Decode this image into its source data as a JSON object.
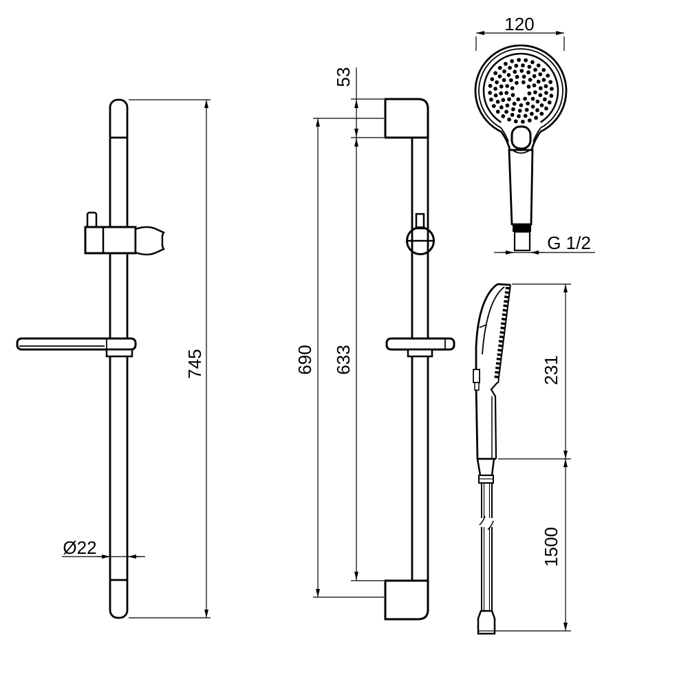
{
  "drawing": {
    "labels": {
      "rail_height": "745",
      "rail_diameter": "Ø22",
      "bracket_height": "53",
      "overall_length": "690",
      "between_brackets": "633",
      "head_width": "120",
      "thread": "G 1/2",
      "handset_height": "231",
      "hose_length": "1500"
    },
    "colors": {
      "background": "#ffffff",
      "line": "#000000",
      "text": "#000000"
    }
  }
}
